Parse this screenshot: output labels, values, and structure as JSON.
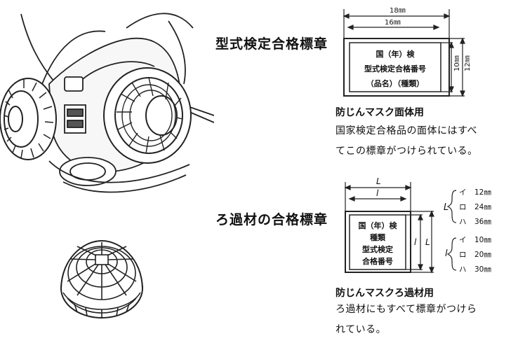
{
  "mask_label": {
    "heading": "型式検定合格標章",
    "mark_lines": [
      "国（年）検",
      "型式検定合格番号",
      "（品名）（種類）"
    ],
    "dims": {
      "outer_width": "18㎜",
      "inner_width": "16㎜",
      "inner_height": "10㎜",
      "outer_height": "12㎜"
    },
    "caption_title": "防じんマスク面体用",
    "caption_lines": [
      "国家検定合格品の面体にはすべ",
      "てこの標章がつけられている。"
    ]
  },
  "filter_label": {
    "heading": "ろ過材の合格標章",
    "mark_lines": [
      "国（年）検",
      "種類",
      "型式検定",
      "合格番号"
    ],
    "dims": {
      "outer_width": "L",
      "inner_width": "l",
      "inner_height": "l",
      "outer_height": "L"
    },
    "sizes_L": {
      "symbol": "L",
      "items": [
        {
          "key": "イ",
          "value": "12㎜"
        },
        {
          "key": "ロ",
          "value": "24㎜"
        },
        {
          "key": "ハ",
          "value": "36㎜"
        }
      ]
    },
    "sizes_l": {
      "symbol": "l",
      "items": [
        {
          "key": "イ",
          "value": "10㎜"
        },
        {
          "key": "ロ",
          "value": "20㎜"
        },
        {
          "key": "ハ",
          "value": "30㎜"
        }
      ]
    },
    "caption_title": "防じんマスクろ過材用",
    "caption_lines": [
      "ろ過材にもすべて標章がつけら",
      "れている。"
    ]
  }
}
